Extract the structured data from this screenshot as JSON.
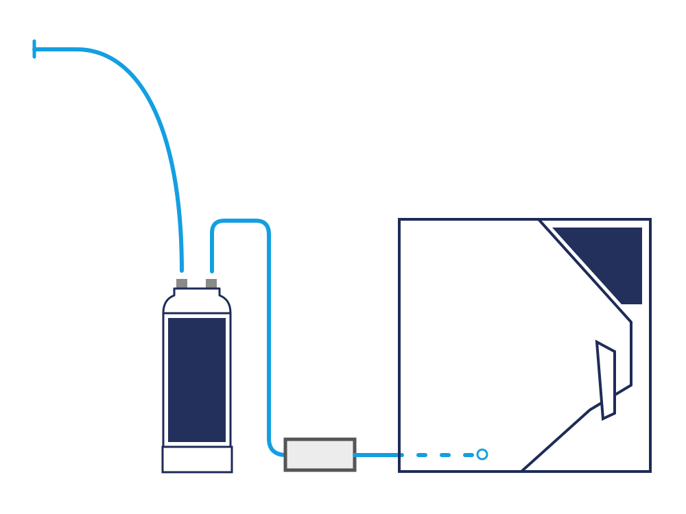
{
  "diagram": {
    "components": [
      {
        "id": "supply-tube",
        "icon": "water-supply-tube-icon"
      },
      {
        "id": "filter-cartridge",
        "icon": "water-filter-cartridge-icon"
      },
      {
        "id": "inline-connector",
        "icon": "inline-connector-box-icon"
      },
      {
        "id": "appliance",
        "icon": "appliance-cabinet-icon"
      }
    ],
    "colors": {
      "water_line": "#139fe1",
      "outline": "#1f2b57",
      "fill_dark": "#22305b",
      "connector_stroke": "#555555",
      "connector_fill": "#ececec",
      "fitting": "#8a8a8a",
      "background": "#ffffff"
    }
  }
}
